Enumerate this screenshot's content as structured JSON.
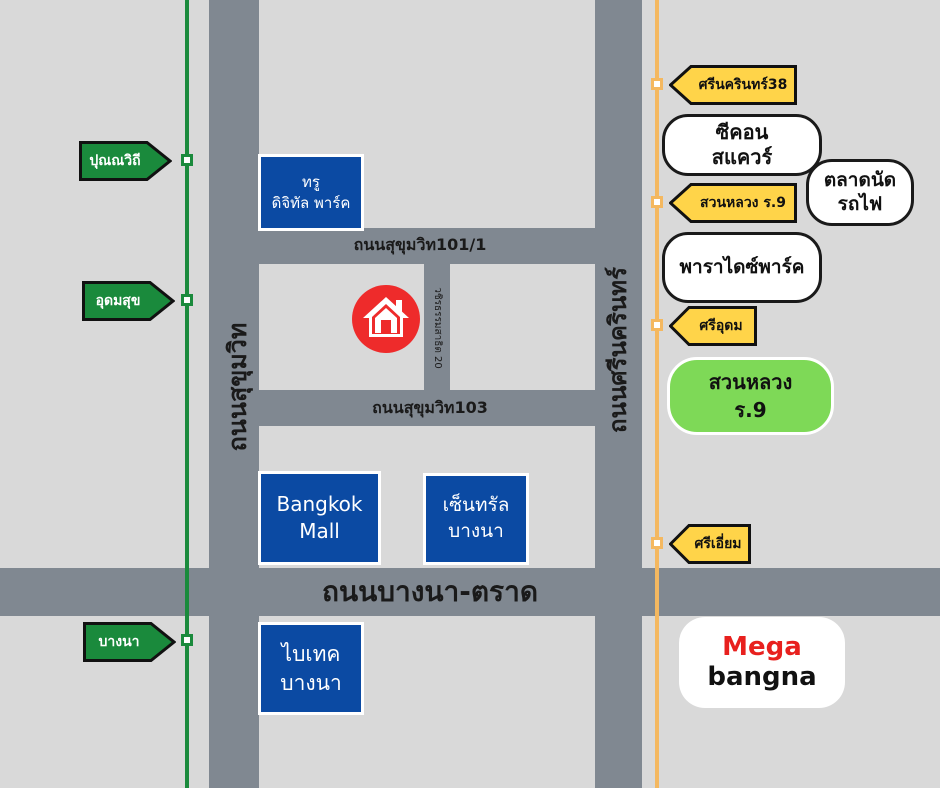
{
  "roads": {
    "sukhumvit": "ถนนสุขุมวิท",
    "srinakarin": "ถนนศรีนครินทร์",
    "bangna_trad": "ถนนบางนา-ตราด",
    "sukhumvit_101_1": "ถนนสุขุมวิท101/1",
    "sukhumvit_103": "ถนนสุขุมวิท103",
    "wachira_20": "วชิรธรรมสาธิต 20"
  },
  "green_line_stations": [
    {
      "label": "ปุณณวิถี"
    },
    {
      "label": "อุดมสุข"
    },
    {
      "label": "บางนา"
    }
  ],
  "yellow_line_stations": [
    {
      "label": "ศรีนครินทร์38"
    },
    {
      "label": "สวนหลวง ร.9"
    },
    {
      "label": "ศรีอุดม"
    },
    {
      "label": "ศรีเอี่ยม"
    }
  ],
  "landmarks": {
    "true_digital_park": {
      "line1": "ทรู",
      "line2": "ดิจิทัล พาร์ค"
    },
    "bangkok_mall": {
      "line1": "Bangkok",
      "line2": "Mall"
    },
    "central_bangna": {
      "line1": "เซ็นทรัล",
      "line2": "บางนา"
    },
    "bitec_bangna": {
      "line1": "ไบเทค",
      "line2": "บางนา"
    },
    "seacon_square": {
      "line1": "ซีคอน",
      "line2": "สแควร์"
    },
    "train_market": {
      "line1": "ตลาดนัด",
      "line2": "รถไฟ"
    },
    "paradise_park": {
      "line1": "พาราไดซ์พาร์ค"
    },
    "suan_luang": {
      "line1": "สวนหลวง",
      "line2": "ร.9"
    },
    "mega_bangna": {
      "line1": "Mega",
      "line2": "bangna"
    }
  },
  "colors": {
    "road": "#808891",
    "background": "#d9d9d9",
    "green_line": "#1a8a3c",
    "yellow_line": "#f4b860",
    "landmark_blue": "#0b4aa3",
    "home_marker": "#ee2b2b",
    "park_green": "#7ed957",
    "mega_red": "#e8201e",
    "sign_yellow": "#ffd449"
  },
  "icons": {
    "home": "house-icon"
  }
}
